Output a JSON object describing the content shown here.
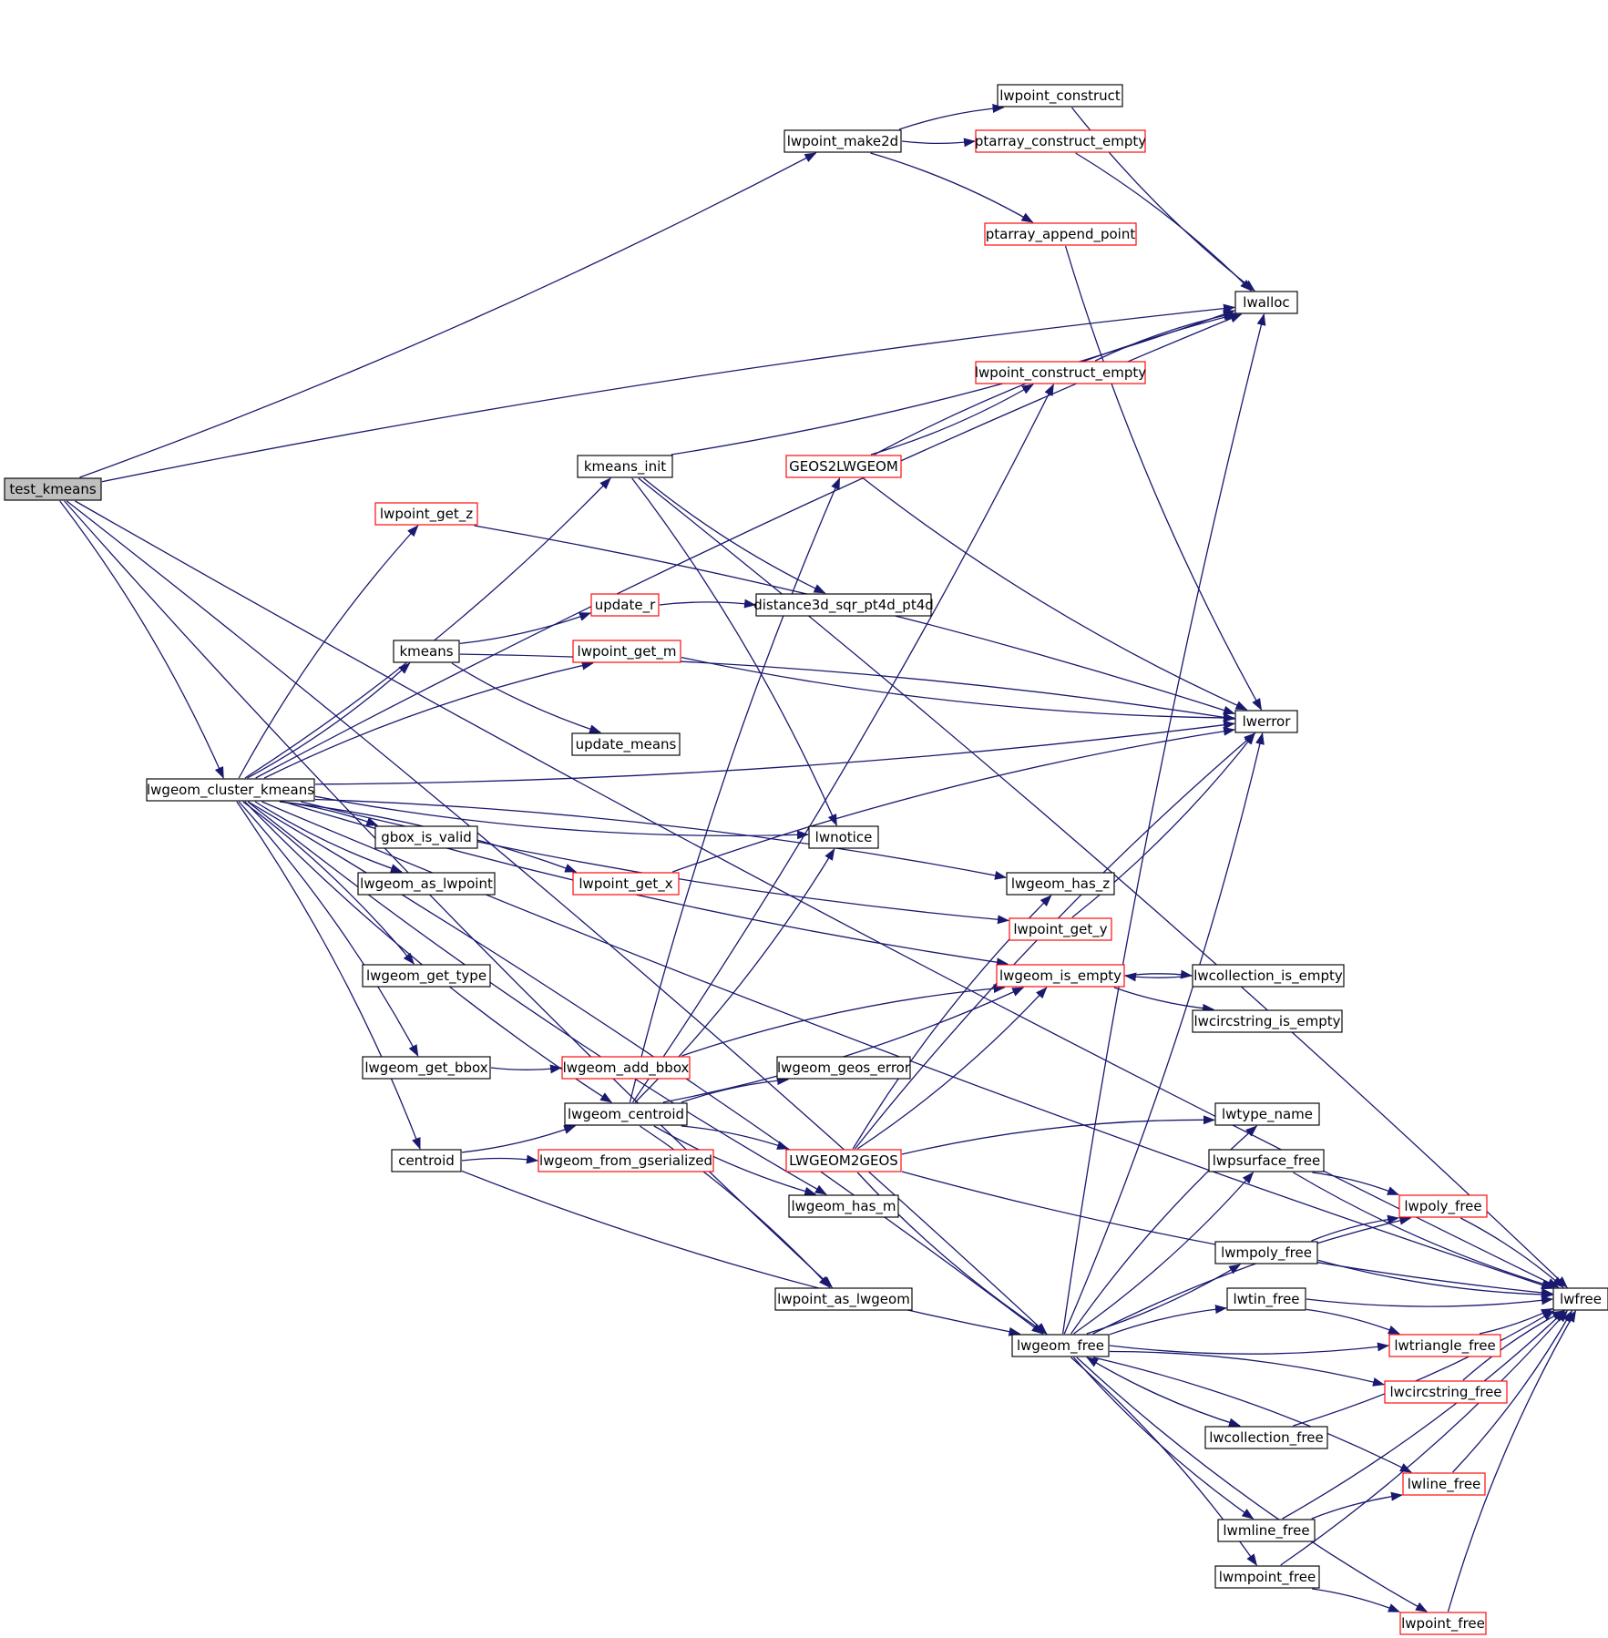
{
  "colors": {
    "edge": "#191970",
    "node_border": "#000000",
    "external_border": "#ff0000",
    "root_fill": "#bfbfbf"
  },
  "nodes": {
    "test_kmeans": {
      "label": "test_kmeans",
      "style": "root"
    },
    "lwgeom_cluster_kmeans": {
      "label": "lwgeom_cluster_kmeans",
      "style": "normal"
    },
    "lwpoint_make2d": {
      "label": "lwpoint_make2d",
      "style": "normal"
    },
    "lwpoint_construct": {
      "label": "lwpoint_construct",
      "style": "normal"
    },
    "ptarray_construct_empty": {
      "label": "ptarray_construct_empty",
      "style": "external"
    },
    "ptarray_append_point": {
      "label": "ptarray_append_point",
      "style": "external"
    },
    "lwalloc": {
      "label": "lwalloc",
      "style": "normal"
    },
    "lwpoint_construct_empty": {
      "label": "lwpoint_construct_empty",
      "style": "external"
    },
    "kmeans_init": {
      "label": "kmeans_init",
      "style": "normal"
    },
    "GEOS2LWGEOM": {
      "label": "GEOS2LWGEOM",
      "style": "external"
    },
    "lwpoint_get_z": {
      "label": "lwpoint_get_z",
      "style": "external"
    },
    "update_r": {
      "label": "update_r",
      "style": "external"
    },
    "distance3d_sqr_pt4d_pt4d": {
      "label": "distance3d_sqr_pt4d_pt4d",
      "style": "normal"
    },
    "kmeans": {
      "label": "kmeans",
      "style": "normal"
    },
    "lwpoint_get_m": {
      "label": "lwpoint_get_m",
      "style": "external"
    },
    "lwerror": {
      "label": "lwerror",
      "style": "normal"
    },
    "update_means": {
      "label": "update_means",
      "style": "normal"
    },
    "gbox_is_valid": {
      "label": "gbox_is_valid",
      "style": "normal"
    },
    "lwnotice": {
      "label": "lwnotice",
      "style": "normal"
    },
    "lwgeom_as_lwpoint": {
      "label": "lwgeom_as_lwpoint",
      "style": "normal"
    },
    "lwpoint_get_x": {
      "label": "lwpoint_get_x",
      "style": "external"
    },
    "lwgeom_has_z": {
      "label": "lwgeom_has_z",
      "style": "normal"
    },
    "lwpoint_get_y": {
      "label": "lwpoint_get_y",
      "style": "external"
    },
    "lwgeom_get_type": {
      "label": "lwgeom_get_type",
      "style": "normal"
    },
    "lwgeom_is_empty": {
      "label": "lwgeom_is_empty",
      "style": "external"
    },
    "lwcollection_is_empty": {
      "label": "lwcollection_is_empty",
      "style": "normal"
    },
    "lwcircstring_is_empty": {
      "label": "lwcircstring_is_empty",
      "style": "normal"
    },
    "lwgeom_get_bbox": {
      "label": "lwgeom_get_bbox",
      "style": "normal"
    },
    "lwgeom_add_bbox": {
      "label": "lwgeom_add_bbox",
      "style": "external"
    },
    "lwgeom_geos_error": {
      "label": "lwgeom_geos_error",
      "style": "normal"
    },
    "lwgeom_centroid": {
      "label": "lwgeom_centroid",
      "style": "normal"
    },
    "lwtype_name": {
      "label": "lwtype_name",
      "style": "normal"
    },
    "centroid": {
      "label": "centroid",
      "style": "normal"
    },
    "lwgeom_from_gserialized": {
      "label": "lwgeom_from_gserialized",
      "style": "external"
    },
    "LWGEOM2GEOS": {
      "label": "LWGEOM2GEOS",
      "style": "external"
    },
    "lwpsurface_free": {
      "label": "lwpsurface_free",
      "style": "normal"
    },
    "lwgeom_has_m": {
      "label": "lwgeom_has_m",
      "style": "normal"
    },
    "lwpoly_free": {
      "label": "lwpoly_free",
      "style": "external"
    },
    "lwmpoly_free": {
      "label": "lwmpoly_free",
      "style": "normal"
    },
    "lwpoint_as_lwgeom": {
      "label": "lwpoint_as_lwgeom",
      "style": "normal"
    },
    "lwtin_free": {
      "label": "lwtin_free",
      "style": "normal"
    },
    "lwfree": {
      "label": "lwfree",
      "style": "normal"
    },
    "lwgeom_free": {
      "label": "lwgeom_free",
      "style": "normal"
    },
    "lwtriangle_free": {
      "label": "lwtriangle_free",
      "style": "external"
    },
    "lwcircstring_free": {
      "label": "lwcircstring_free",
      "style": "external"
    },
    "lwcollection_free": {
      "label": "lwcollection_free",
      "style": "normal"
    },
    "lwline_free": {
      "label": "lwline_free",
      "style": "external"
    },
    "lwmline_free": {
      "label": "lwmline_free",
      "style": "normal"
    },
    "lwmpoint_free": {
      "label": "lwmpoint_free",
      "style": "normal"
    },
    "lwpoint_free": {
      "label": "lwpoint_free",
      "style": "external"
    }
  },
  "edges": [
    [
      "test_kmeans",
      "lwgeom_cluster_kmeans"
    ],
    [
      "test_kmeans",
      "lwpoint_make2d"
    ],
    [
      "test_kmeans",
      "lwalloc"
    ],
    [
      "test_kmeans",
      "lwfree"
    ],
    [
      "test_kmeans",
      "lwgeom_free"
    ],
    [
      "test_kmeans",
      "lwpoint_as_lwgeom"
    ],
    [
      "lwpoint_make2d",
      "lwpoint_construct"
    ],
    [
      "lwpoint_make2d",
      "ptarray_construct_empty"
    ],
    [
      "lwpoint_make2d",
      "ptarray_append_point"
    ],
    [
      "lwpoint_construct",
      "lwalloc"
    ],
    [
      "ptarray_construct_empty",
      "lwalloc"
    ],
    [
      "ptarray_append_point",
      "lwerror"
    ],
    [
      "lwpoint_construct_empty",
      "lwalloc"
    ],
    [
      "lwgeom_cluster_kmeans",
      "lwfree"
    ],
    [
      "lwgeom_cluster_kmeans",
      "lwalloc"
    ],
    [
      "lwgeom_cluster_kmeans",
      "kmeans_init"
    ],
    [
      "lwgeom_cluster_kmeans",
      "lwpoint_get_z"
    ],
    [
      "lwgeom_cluster_kmeans",
      "lwerror"
    ],
    [
      "lwgeom_cluster_kmeans",
      "lwpoint_get_m"
    ],
    [
      "lwgeom_cluster_kmeans",
      "kmeans"
    ],
    [
      "lwgeom_cluster_kmeans",
      "lwgeom_has_z"
    ],
    [
      "lwgeom_cluster_kmeans",
      "lwnotice"
    ],
    [
      "lwgeom_cluster_kmeans",
      "gbox_is_valid"
    ],
    [
      "lwgeom_cluster_kmeans",
      "lwgeom_as_lwpoint"
    ],
    [
      "lwgeom_cluster_kmeans",
      "lwpoint_get_x"
    ],
    [
      "lwgeom_cluster_kmeans",
      "lwpoint_get_y"
    ],
    [
      "lwgeom_cluster_kmeans",
      "lwgeom_get_type"
    ],
    [
      "lwgeom_cluster_kmeans",
      "lwgeom_is_empty"
    ],
    [
      "lwgeom_cluster_kmeans",
      "lwgeom_get_bbox"
    ],
    [
      "lwgeom_cluster_kmeans",
      "lwgeom_centroid"
    ],
    [
      "lwgeom_cluster_kmeans",
      "centroid"
    ],
    [
      "lwgeom_cluster_kmeans",
      "lwgeom_has_m"
    ],
    [
      "lwgeom_cluster_kmeans",
      "lwgeom_free"
    ],
    [
      "kmeans_init",
      "lwalloc"
    ],
    [
      "kmeans_init",
      "lwfree"
    ],
    [
      "kmeans_init",
      "distance3d_sqr_pt4d_pt4d"
    ],
    [
      "kmeans_init",
      "lwnotice"
    ],
    [
      "GEOS2LWGEOM",
      "lwpoint_construct_empty"
    ],
    [
      "GEOS2LWGEOM",
      "lwalloc"
    ],
    [
      "GEOS2LWGEOM",
      "lwerror"
    ],
    [
      "lwpoint_get_z",
      "lwerror"
    ],
    [
      "kmeans",
      "update_r"
    ],
    [
      "kmeans",
      "lwerror"
    ],
    [
      "kmeans",
      "update_means"
    ],
    [
      "update_r",
      "distance3d_sqr_pt4d_pt4d"
    ],
    [
      "lwpoint_get_m",
      "lwerror"
    ],
    [
      "lwpoint_get_x",
      "lwerror"
    ],
    [
      "lwpoint_get_y",
      "lwerror"
    ],
    [
      "lwgeom_is_empty",
      "lwcollection_is_empty"
    ],
    [
      "lwgeom_is_empty",
      "lwcircstring_is_empty"
    ],
    [
      "lwcollection_is_empty",
      "lwgeom_is_empty"
    ],
    [
      "lwgeom_get_bbox",
      "lwgeom_add_bbox"
    ],
    [
      "lwgeom_add_bbox",
      "lwgeom_is_empty"
    ],
    [
      "lwgeom_centroid",
      "lwpoint_construct_empty"
    ],
    [
      "lwgeom_centroid",
      "GEOS2LWGEOM"
    ],
    [
      "lwgeom_centroid",
      "lwnotice"
    ],
    [
      "lwgeom_centroid",
      "lwgeom_geos_error"
    ],
    [
      "lwgeom_centroid",
      "lwgeom_is_empty"
    ],
    [
      "lwgeom_centroid",
      "LWGEOM2GEOS"
    ],
    [
      "lwgeom_centroid",
      "lwgeom_has_m"
    ],
    [
      "lwgeom_centroid",
      "lwpoint_as_lwgeom"
    ],
    [
      "centroid",
      "lwgeom_centroid"
    ],
    [
      "centroid",
      "lwgeom_from_gserialized"
    ],
    [
      "centroid",
      "lwgeom_free"
    ],
    [
      "LWGEOM2GEOS",
      "lwgeom_has_z"
    ],
    [
      "LWGEOM2GEOS",
      "lwgeom_is_empty"
    ],
    [
      "LWGEOM2GEOS",
      "lwerror"
    ],
    [
      "LWGEOM2GEOS",
      "lwfree"
    ],
    [
      "LWGEOM2GEOS",
      "lwtype_name"
    ],
    [
      "LWGEOM2GEOS",
      "lwgeom_free"
    ],
    [
      "lwgeom_free",
      "lwalloc"
    ],
    [
      "lwgeom_free",
      "lwerror"
    ],
    [
      "lwgeom_free",
      "lwtype_name"
    ],
    [
      "lwgeom_free",
      "lwpsurface_free"
    ],
    [
      "lwgeom_free",
      "lwpoly_free"
    ],
    [
      "lwgeom_free",
      "lwmpoly_free"
    ],
    [
      "lwgeom_free",
      "lwtin_free"
    ],
    [
      "lwgeom_free",
      "lwtriangle_free"
    ],
    [
      "lwgeom_free",
      "lwcircstring_free"
    ],
    [
      "lwgeom_free",
      "lwcollection_free"
    ],
    [
      "lwgeom_free",
      "lwline_free"
    ],
    [
      "lwgeom_free",
      "lwmline_free"
    ],
    [
      "lwgeom_free",
      "lwmpoint_free"
    ],
    [
      "lwgeom_free",
      "lwpoint_free"
    ],
    [
      "lwcollection_free",
      "lwgeom_free"
    ],
    [
      "lwcollection_free",
      "lwfree"
    ],
    [
      "lwpsurface_free",
      "lwpoly_free"
    ],
    [
      "lwpsurface_free",
      "lwfree"
    ],
    [
      "lwmpoly_free",
      "lwpoly_free"
    ],
    [
      "lwmpoly_free",
      "lwfree"
    ],
    [
      "lwtin_free",
      "lwtriangle_free"
    ],
    [
      "lwtin_free",
      "lwfree"
    ],
    [
      "lwmline_free",
      "lwline_free"
    ],
    [
      "lwmline_free",
      "lwfree"
    ],
    [
      "lwmpoint_free",
      "lwpoint_free"
    ],
    [
      "lwmpoint_free",
      "lwfree"
    ],
    [
      "lwpoly_free",
      "lwfree"
    ],
    [
      "lwtriangle_free",
      "lwfree"
    ],
    [
      "lwcircstring_free",
      "lwfree"
    ],
    [
      "lwline_free",
      "lwfree"
    ],
    [
      "lwpoint_free",
      "lwfree"
    ]
  ]
}
